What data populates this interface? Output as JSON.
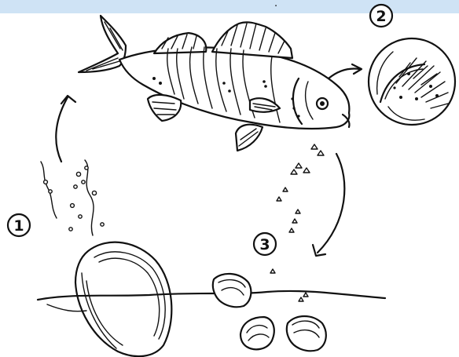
{
  "header": {
    "mark": "."
  },
  "steps": [
    {
      "number": "1"
    },
    {
      "number": "2"
    },
    {
      "number": "3"
    }
  ],
  "colors": {
    "top_bar": "#cfe3f5",
    "ink": "#111111",
    "background": "#ffffff"
  },
  "icons": [
    "fish",
    "gill-zoom",
    "mussel",
    "glochidia-larvae",
    "cycle-arrows"
  ]
}
